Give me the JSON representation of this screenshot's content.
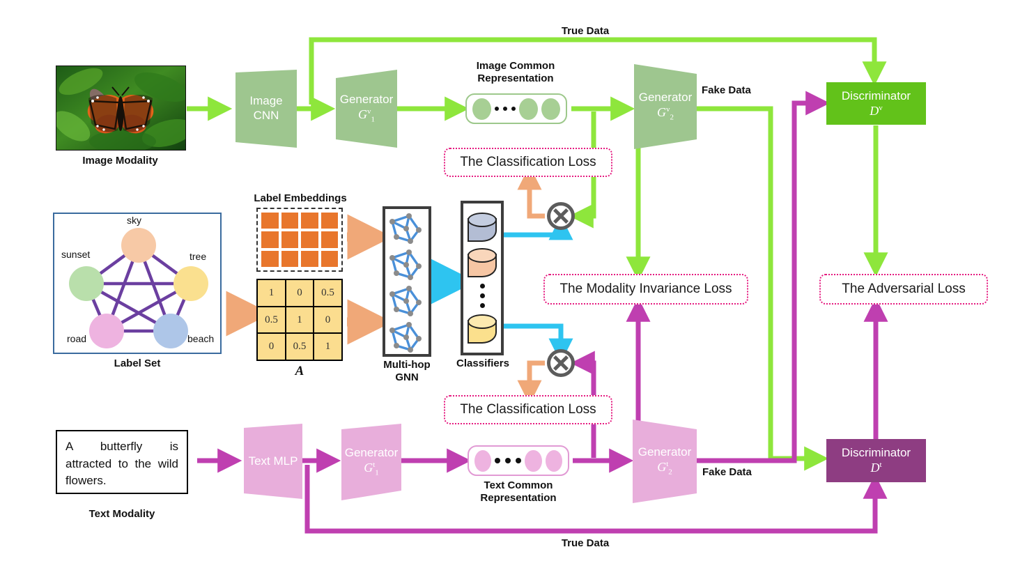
{
  "colors": {
    "image_flow": "#8ee63c",
    "text_flow": "#bf3fb0",
    "orange_flow": "#f0a878",
    "cyan_flow": "#2ec4f0",
    "generator_green": "#9ec68f",
    "generator_pink": "#e8aedb",
    "discriminator_v": "#62c21a",
    "discriminator_t": "#8e3d82",
    "loss_border": "#e5197f",
    "embedding_orange": "#e8762c",
    "matrix_yellow": "#fbdd8f",
    "graph_blue": "#4a90d9",
    "panel_border": "#3a6b9e"
  },
  "image_branch": {
    "source_caption": "Image Modality",
    "cnn_label": "Image\nCNN",
    "generator1": {
      "name": "Generator",
      "symbol": "G",
      "sub": "1",
      "sup": "v"
    },
    "representation_title": "Image Common\nRepresentation",
    "generator2": {
      "name": "Generator",
      "symbol": "G",
      "sub": "2",
      "sup": "v"
    },
    "fake_data_label": "Fake Data",
    "true_data_label": "True Data",
    "discriminator": {
      "name": "Discriminator",
      "symbol": "D",
      "sup": "v"
    },
    "classification_loss": "The Classification Loss"
  },
  "text_branch": {
    "source_text": "A butterfly is attracted to the wild flowers.",
    "source_caption": "Text Modality",
    "mlp_label": "Text\nMLP",
    "generator1": {
      "name": "Generator",
      "symbol": "G",
      "sub": "1",
      "sup": "t"
    },
    "representation_title": "Text Common\nRepresentation",
    "generator2": {
      "name": "Generator",
      "symbol": "G",
      "sub": "2",
      "sup": "t"
    },
    "fake_data_label": "Fake Data",
    "true_data_label": "True Data",
    "discriminator": {
      "name": "Discriminator",
      "symbol": "D",
      "sup": "t"
    },
    "classification_loss": "The Classification Loss"
  },
  "label_branch": {
    "panel_caption": "Label Set",
    "graph_nodes": [
      {
        "label": "sky",
        "color": "#f7c9a6"
      },
      {
        "label": "tree",
        "color": "#fae08f"
      },
      {
        "label": "beach",
        "color": "#aec6e8"
      },
      {
        "label": "road",
        "color": "#eeb3e0"
      },
      {
        "label": "sunset",
        "color": "#b9dfab"
      }
    ],
    "embeddings_title": "Label Embeddings",
    "embedding_rows": 3,
    "embedding_cols": 4,
    "matrix_caption": "A",
    "matrix_values": [
      [
        "1",
        "0",
        "0.5"
      ],
      [
        "0.5",
        "1",
        "0"
      ],
      [
        "0",
        "0.5",
        "1"
      ]
    ],
    "gnn_caption": "Multi-hop\nGNN",
    "gnn_motif_count": 4,
    "classifiers_caption": "Classifiers",
    "classifier_colors": [
      "#b3bdd4",
      "#f6c6a4",
      "#fbe08d"
    ]
  },
  "shared_losses": {
    "modality_invariance": "The Modality Invariance Loss",
    "adversarial": "The Adversarial Loss"
  }
}
